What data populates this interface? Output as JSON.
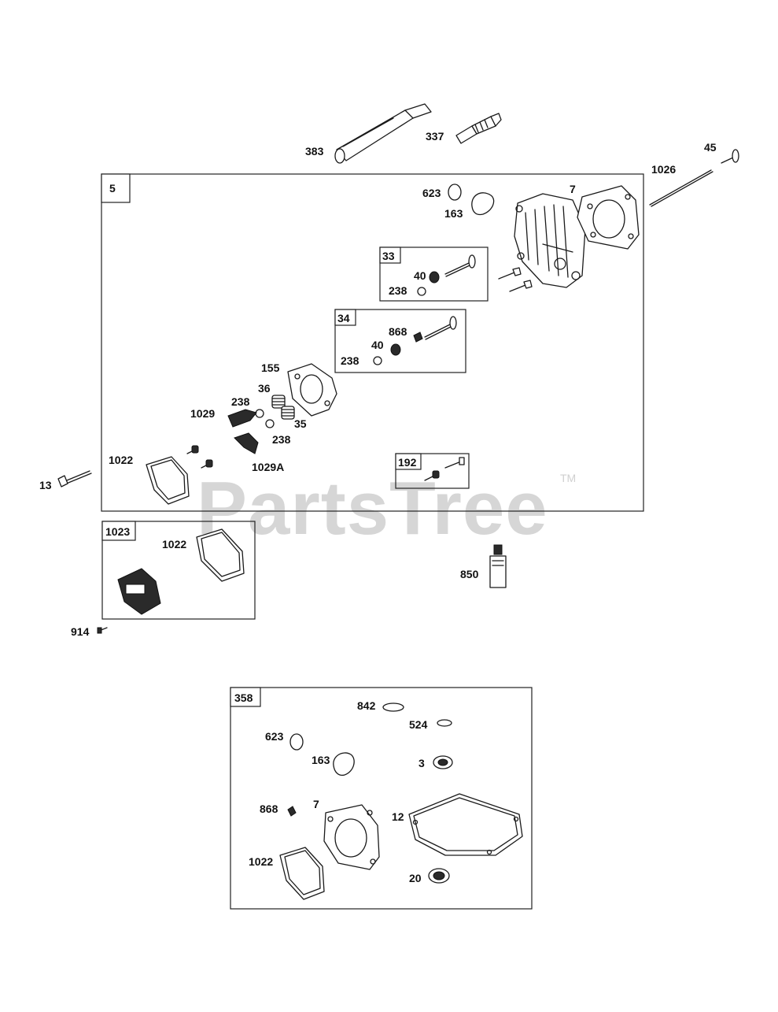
{
  "watermark": {
    "text": "PartsTree",
    "tm": "TM"
  },
  "labels": {
    "l383": "383",
    "l337": "337",
    "l45": "45",
    "l1026": "1026",
    "l623a": "623",
    "l163a": "163",
    "l7a": "7",
    "l40a": "40",
    "l238a": "238",
    "l868a": "868",
    "l40b": "40",
    "l238b": "238",
    "l155": "155",
    "l36": "36",
    "l238c": "238",
    "l1029": "1029",
    "l238d": "238",
    "l35": "35",
    "l1029A": "1029A",
    "l1022a": "1022",
    "l13": "13",
    "l1022b": "1022",
    "l850": "850",
    "l914": "914",
    "l842": "842",
    "l524": "524",
    "l623b": "623",
    "l163b": "163",
    "l3": "3",
    "l868b": "868",
    "l7b": "7",
    "l12": "12",
    "l1022c": "1022",
    "l20": "20"
  },
  "boxes": {
    "b5": "5",
    "b33": "33",
    "b34": "34",
    "b192": "192",
    "b1023": "1023",
    "b358": "358"
  }
}
